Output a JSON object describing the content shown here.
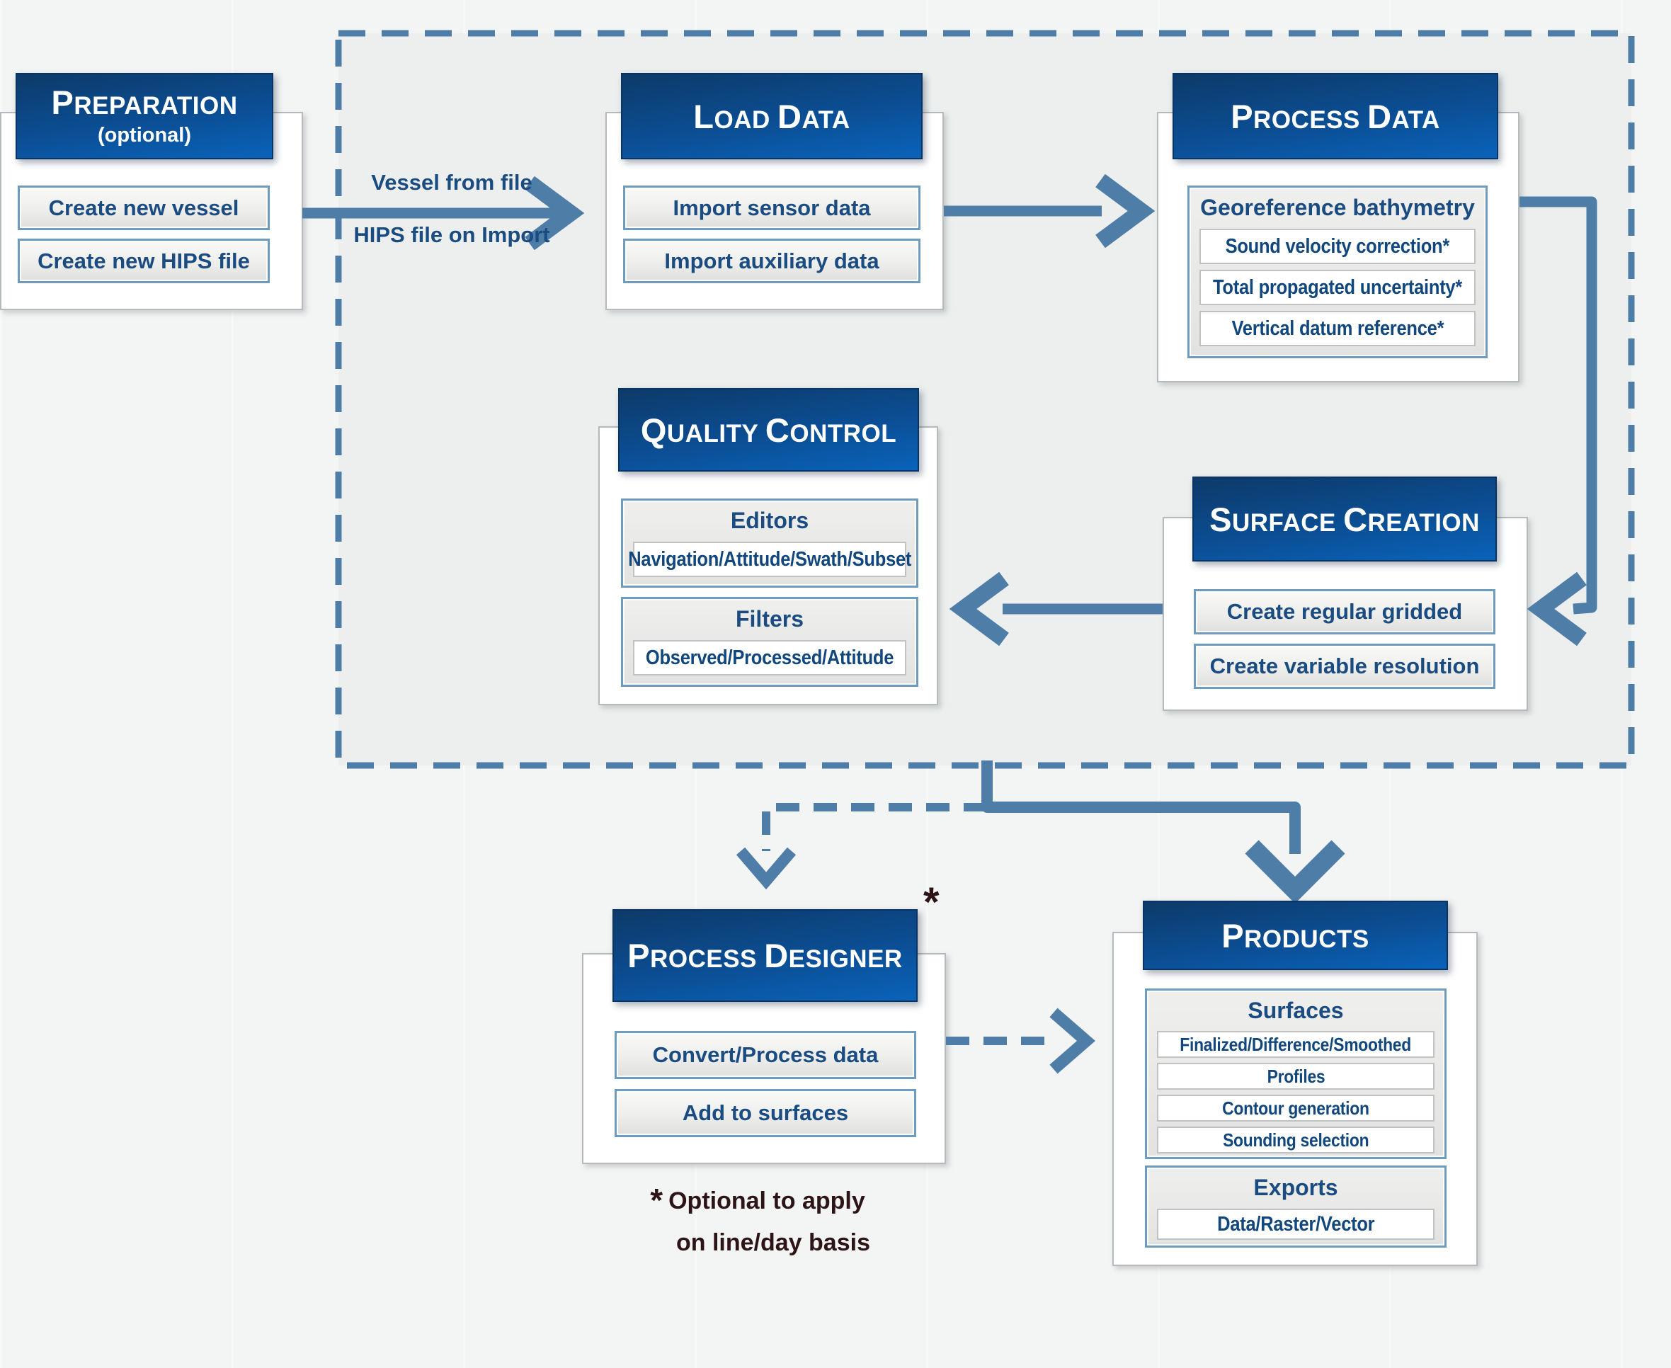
{
  "preparation": {
    "title": "Preparation",
    "subtitle": "(optional)",
    "items": [
      "Create new vessel",
      "Create new HIPS file"
    ]
  },
  "arrows": {
    "label_top": "Vessel from file",
    "label_bottom": "HIPS file on Import"
  },
  "load_data": {
    "title": "Load Data",
    "items": [
      "Import sensor data",
      "Import auxiliary data"
    ]
  },
  "process_data": {
    "title": "Process Data",
    "group_label": "Georeference bathymetry",
    "items": [
      "Sound velocity correction*",
      "Total propagated uncertainty*",
      "Vertical datum reference*"
    ]
  },
  "quality_control": {
    "title": "Quality Control",
    "editors_label": "Editors",
    "editors_items": [
      "Navigation/Attitude/Swath/Subset"
    ],
    "filters_label": "Filters",
    "filters_items": [
      "Observed/Processed/Attitude"
    ]
  },
  "surface_creation": {
    "title": "Surface Creation",
    "items": [
      "Create regular gridded",
      "Create variable resolution"
    ]
  },
  "process_designer": {
    "title": "Process Designer",
    "asterisk": "*",
    "items": [
      "Convert/Process data",
      "Add to surfaces"
    ]
  },
  "products": {
    "title": "Products",
    "surfaces_label": "Surfaces",
    "surfaces_items": [
      "Finalized/Difference/Smoothed",
      "Profiles",
      "Contour generation",
      "Sounding selection"
    ],
    "exports_label": "Exports",
    "exports_items": [
      "Data/Raster/Vector"
    ]
  },
  "note": {
    "asterisk": "*",
    "line1": "Optional to apply",
    "line2": "on line/day basis"
  },
  "colors": {
    "header_gradient_top": "#0d3a69",
    "header_gradient_bottom": "#0a63ba",
    "arrow_steel_blue": "#4e7ea8",
    "box_border_blue": "#6f9cbd",
    "text_blue": "#1a4c82",
    "note_text": "#2d1417",
    "dashed_region_fill": "#ecefee",
    "background": "#f3f4f4"
  }
}
